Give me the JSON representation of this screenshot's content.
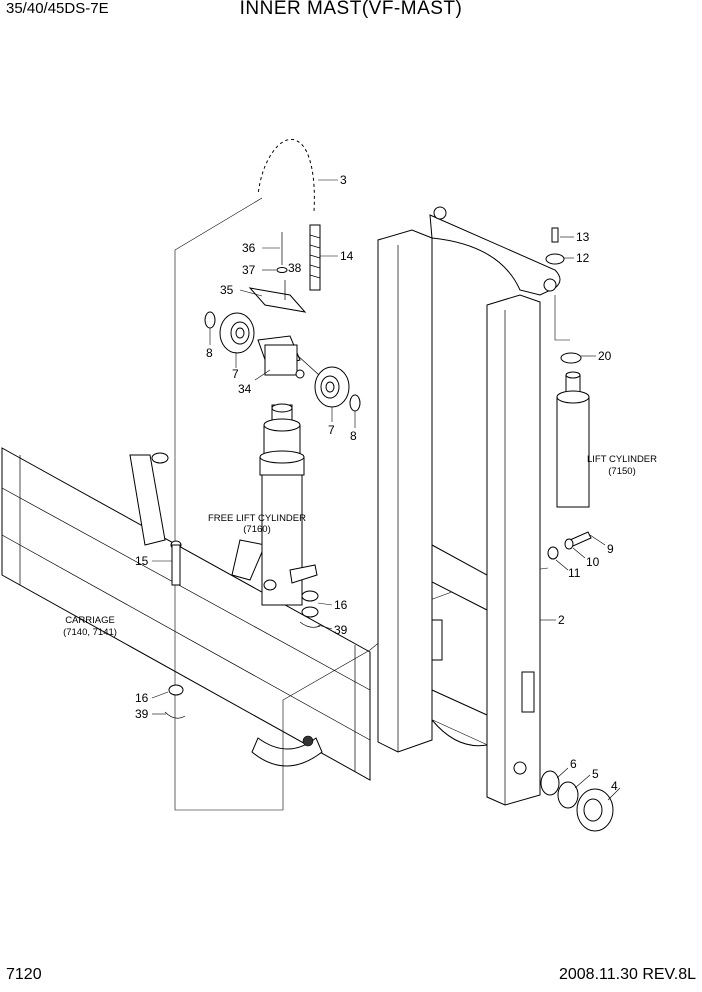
{
  "header": {
    "model": "35/40/45DS-7E",
    "title": "INNER  MAST(VF-MAST)"
  },
  "footer": {
    "page_number": "7120",
    "revision": "2008.11.30  REV.8L"
  },
  "callouts": {
    "c3": "3",
    "c14": "14",
    "c36": "36",
    "c37": "37",
    "c38": "38",
    "c35": "35",
    "c8a": "8",
    "c7a": "7",
    "c34": "34",
    "c7b": "7",
    "c8b": "8",
    "c13": "13",
    "c12": "12",
    "c20": "20",
    "c9": "9",
    "c10": "10",
    "c11": "11",
    "c2": "2",
    "c6": "6",
    "c5": "5",
    "c4": "4",
    "c15": "15",
    "c16a": "16",
    "c39a": "39",
    "c16b": "16",
    "c39b": "39"
  },
  "labels": {
    "lift_cylinder": "LIFT CYLINDER",
    "lift_cylinder_ref": "(7150)",
    "free_lift_cylinder": "FREE LIFT CYLINDER",
    "free_lift_cylinder_ref": "(7160)",
    "carriage": "CARRIAGE",
    "carriage_ref": "(7140, 7141)"
  }
}
